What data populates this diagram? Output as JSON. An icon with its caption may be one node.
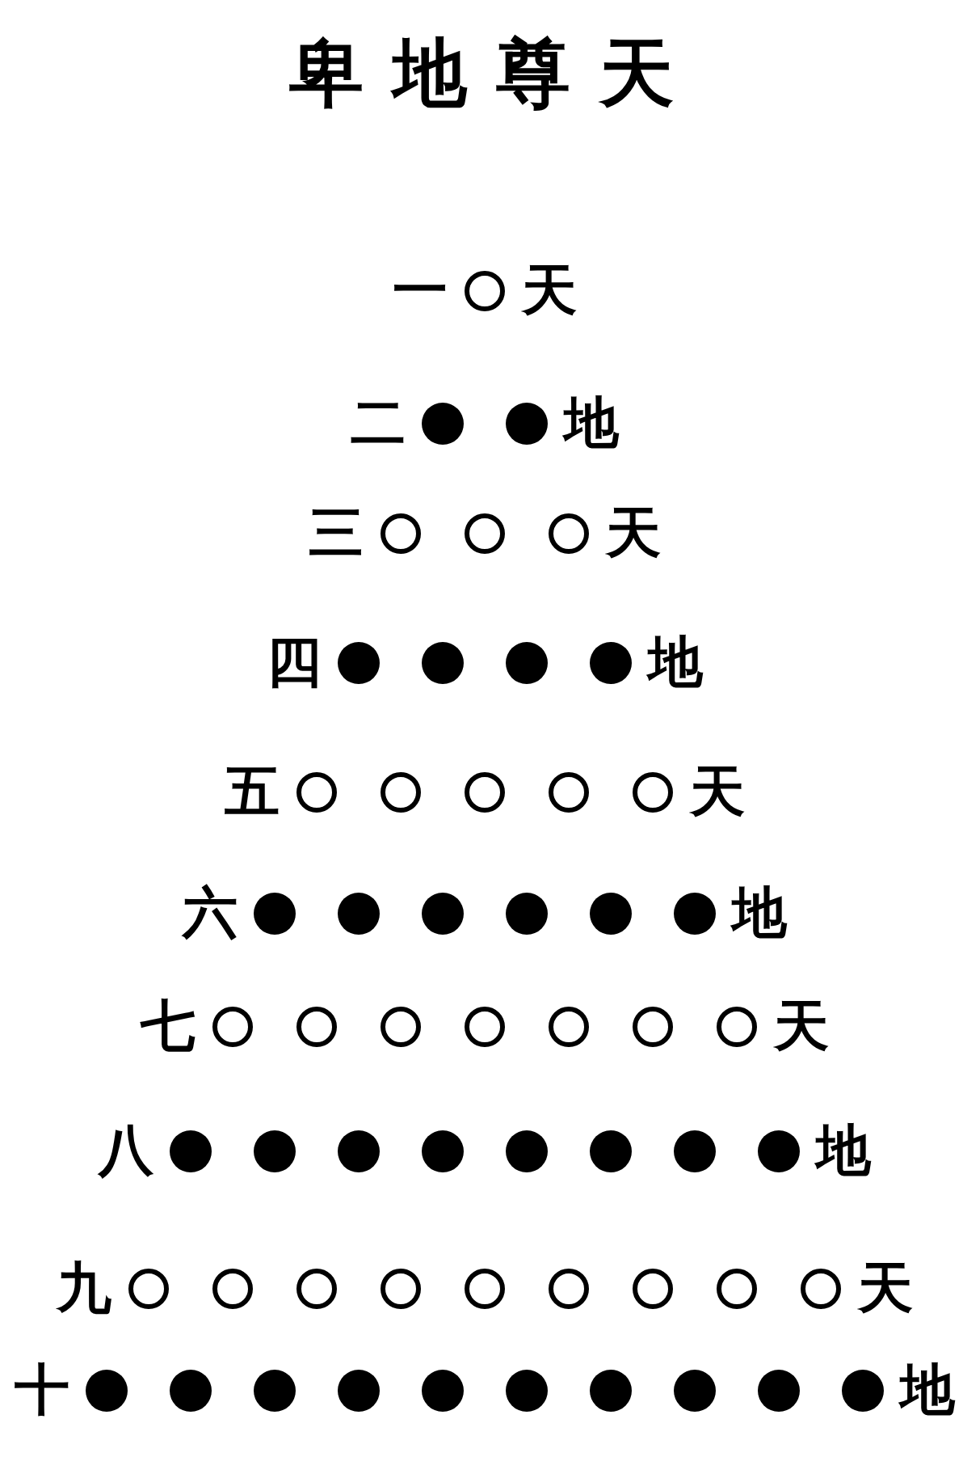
{
  "diagram": {
    "title": "卑地尊天",
    "labels": [
      "一",
      "天",
      "二",
      "地",
      "三",
      "天",
      "四",
      "地",
      "五",
      "天",
      "六",
      "地",
      "七",
      "天",
      "八",
      "地",
      "九",
      "天",
      "十",
      "地"
    ]
  }
}
